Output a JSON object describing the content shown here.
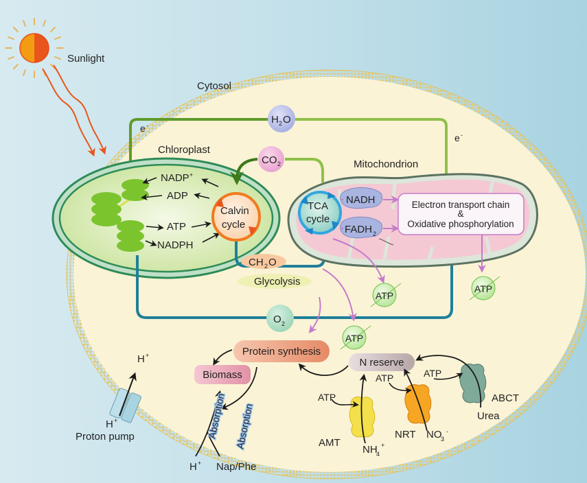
{
  "title": "Microalgal cell metabolism under Nap/Phe exposure",
  "labels": {
    "sunlight": "Sunlight",
    "cytosol": "Cytosol",
    "chloroplast": "Chloroplast",
    "mitochondrion": "Mitochondrion",
    "e_left": "e",
    "e_right": "e",
    "e_sup": "-",
    "calvin_line1": "Calvin",
    "calvin_line2": "cycle",
    "tca_line1": "TCA",
    "tca_line2": "cycle",
    "nadp_plus": "NADP",
    "nadp_sup": "+",
    "adp": "ADP",
    "atp_chloro": "ATP",
    "nadph": "NADPH",
    "nadh": "NADH",
    "fadh2": "FADH",
    "fadh2_sub": "2",
    "etc_line1": "Electron transport chain",
    "etc_line2": "&",
    "etc_line3": "Oxidative phosphorylation",
    "h2o": "H",
    "h2o_sub": "2",
    "h2o_end": "O",
    "co2": "CO",
    "co2_sub": "2",
    "o2": "O",
    "o2_sub": "2",
    "ch2o": "CH",
    "ch2o_sub": "2",
    "ch2o_end": "O",
    "glycolysis": "Glycolysis",
    "atp": "ATP",
    "protein_synthesis": "Protein synthesis",
    "biomass": "Biomass",
    "n_reserve": "N reserve",
    "absorption": "Absorption",
    "h_plus": "H",
    "plus": "+",
    "proton_pump": "Proton pump",
    "nap_phe": "Nap/Phe",
    "amt": "AMT",
    "nrt": "NRT",
    "abct": "ABCT",
    "urea": "Urea",
    "nh4": "NH",
    "nh4_sub": "4",
    "nh4_sup": "+",
    "no3": "NO",
    "no3_sub": "3",
    "no3_sup": "-"
  },
  "colors": {
    "cytosol_fill": "#fbf3d6",
    "membrane": "#e8c96a",
    "chloroplast_outer": "#2e8b57",
    "chloroplast_inner": "#e0efb8",
    "thylakoid": "#7cc42e",
    "calvin": "#f07a1f",
    "tca": "#33a6e0",
    "mito_fill": "#f4c9d3",
    "mito_border": "#6f8a74",
    "green_path": "#7fb536",
    "dark_green": "#3d7a1a",
    "teal_path": "#1f7f9a",
    "purple_path": "#c57bc9",
    "sun_orange": "#f39c12",
    "sun_red": "#e8561c"
  }
}
